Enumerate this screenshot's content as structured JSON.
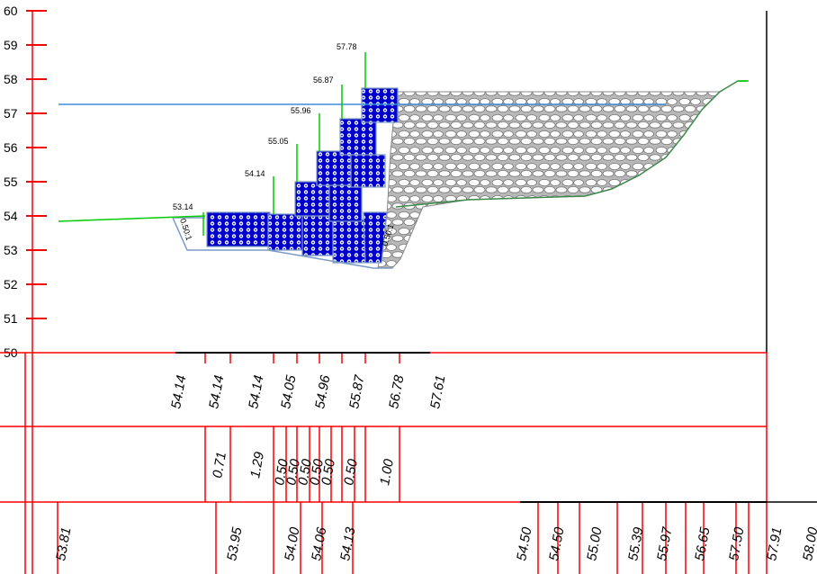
{
  "y_axis": {
    "ticks": [
      "60",
      "59",
      "58",
      "57",
      "56",
      "55",
      "54",
      "53",
      "52",
      "51",
      "50"
    ]
  },
  "step_labels": [
    "53.14",
    "54.14",
    "55.05",
    "55.96",
    "56.87",
    "57.78"
  ],
  "slope_labels": [
    "0.50:1",
    "0.50:1"
  ],
  "table": {
    "row1_values": [
      "54.14",
      "54.14",
      "54.14",
      "54.05",
      "54.96",
      "55.87",
      "56.78",
      "57.61"
    ],
    "row2_values": [
      "0.71",
      "1.29",
      "0.50",
      "0.50",
      "0.50",
      "0.50",
      "0.50",
      "0.50",
      "1.00"
    ],
    "row3_values": [
      "53.81",
      "53.95",
      "54.00",
      "54.06",
      "54.13",
      "54.50",
      "54.50",
      "55.00",
      "55.39",
      "55.97",
      "56.65",
      "57.50",
      "57.91",
      "58.00"
    ]
  },
  "colors": {
    "axis": "#ff0000",
    "grid": "#ff0000",
    "water": "#3a8dde",
    "ground": "#00cc00",
    "gabion": "#0000cc",
    "riprap": "#999999",
    "bank": "#3d8a4a"
  }
}
